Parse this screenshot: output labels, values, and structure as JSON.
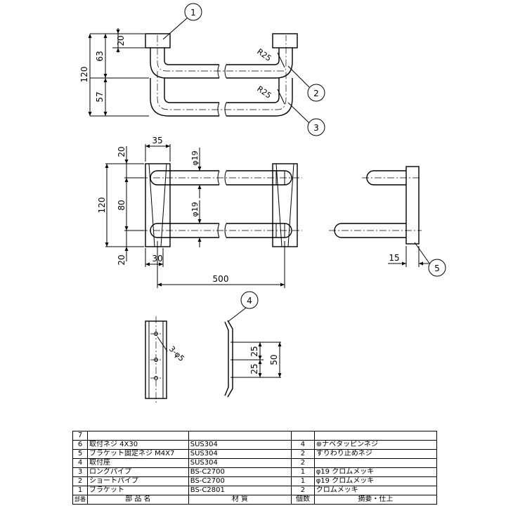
{
  "callouts": {
    "c1": "1",
    "c2": "2",
    "c3": "3",
    "c4": "4",
    "c5": "5"
  },
  "dims": {
    "top": {
      "d20": "20",
      "d63": "63",
      "d120": "120",
      "d57": "57",
      "r25a": "R25",
      "r25b": "R25"
    },
    "front": {
      "d35": "35",
      "d20a": "20",
      "d80": "80",
      "d120": "120",
      "d20b": "20",
      "d30": "30",
      "d500": "500",
      "phi19a": "φ19",
      "phi19b": "φ19"
    },
    "side": {
      "d15": "15"
    },
    "base": {
      "holes": "3-φ5"
    },
    "bracket": {
      "d25a": "25",
      "d25b": "25",
      "d50": "50"
    }
  },
  "parts_table": {
    "rows": [
      {
        "no": "7",
        "name": "",
        "material": "",
        "qty": "",
        "remarks": ""
      },
      {
        "no": "6",
        "name": "取付ネジ 4X30",
        "material": "SUS304",
        "qty": "4",
        "remarks": "⊕ナベタッピンネジ"
      },
      {
        "no": "5",
        "name": "ブラケット固定ネジ M4X7",
        "material": "SUS304",
        "qty": "2",
        "remarks": "すりわり止めネジ"
      },
      {
        "no": "4",
        "name": "取付座",
        "material": "SUS304",
        "qty": "2",
        "remarks": ""
      },
      {
        "no": "3",
        "name": "ロングパイプ",
        "material": "BS-C2700",
        "qty": "1",
        "remarks": "φ19 クロムメッキ"
      },
      {
        "no": "2",
        "name": "ショートパイプ",
        "material": "BS-C2700",
        "qty": "1",
        "remarks": "φ19 クロムメッキ"
      },
      {
        "no": "1",
        "name": "ブラケット",
        "material": "BS-C2801",
        "qty": "2",
        "remarks": "クロムメッキ"
      }
    ],
    "header": {
      "no": "部番",
      "name": "部 品 名",
      "material": "材 質",
      "qty": "個数",
      "remarks": "摘要・仕上"
    }
  }
}
